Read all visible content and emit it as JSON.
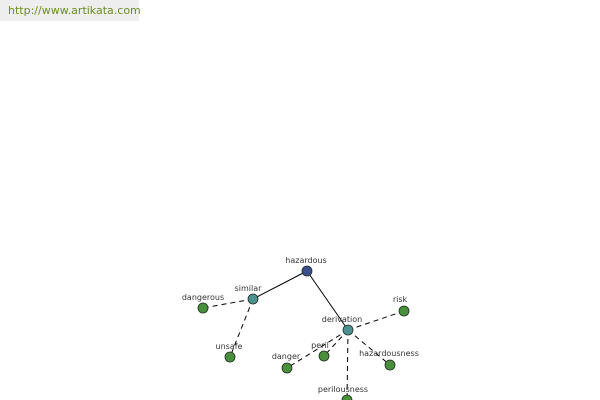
{
  "header": {
    "url": "http://www.artikata.com"
  },
  "graph": {
    "colors": {
      "root": "#3a4f8c",
      "relation": "#4e9191",
      "leaf": "#4a8f3c",
      "edge": "#000000",
      "label": "#333333"
    },
    "nodes": [
      {
        "id": "hazardous",
        "label": "hazardous",
        "kind": "root"
      },
      {
        "id": "similar",
        "label": "similar",
        "kind": "relation"
      },
      {
        "id": "derivation",
        "label": "derivation",
        "kind": "relation"
      },
      {
        "id": "dangerous",
        "label": "dangerous",
        "kind": "leaf"
      },
      {
        "id": "unsafe",
        "label": "unsafe",
        "kind": "leaf"
      },
      {
        "id": "risk",
        "label": "risk",
        "kind": "leaf"
      },
      {
        "id": "peril",
        "label": "peril",
        "kind": "leaf"
      },
      {
        "id": "danger",
        "label": "danger",
        "kind": "leaf"
      },
      {
        "id": "hazardousness",
        "label": "hazardousness",
        "kind": "leaf"
      },
      {
        "id": "perilousness",
        "label": "perilousness",
        "kind": "leaf"
      }
    ],
    "edges": [
      {
        "from": "hazardous",
        "to": "similar",
        "style": "solid"
      },
      {
        "from": "hazardous",
        "to": "derivation",
        "style": "solid"
      },
      {
        "from": "similar",
        "to": "dangerous",
        "style": "dashed"
      },
      {
        "from": "similar",
        "to": "unsafe",
        "style": "dashed"
      },
      {
        "from": "derivation",
        "to": "risk",
        "style": "dashed"
      },
      {
        "from": "derivation",
        "to": "peril",
        "style": "dashed"
      },
      {
        "from": "derivation",
        "to": "danger",
        "style": "dashed"
      },
      {
        "from": "derivation",
        "to": "hazardousness",
        "style": "dashed"
      },
      {
        "from": "derivation",
        "to": "perilousness",
        "style": "dashed"
      }
    ]
  }
}
